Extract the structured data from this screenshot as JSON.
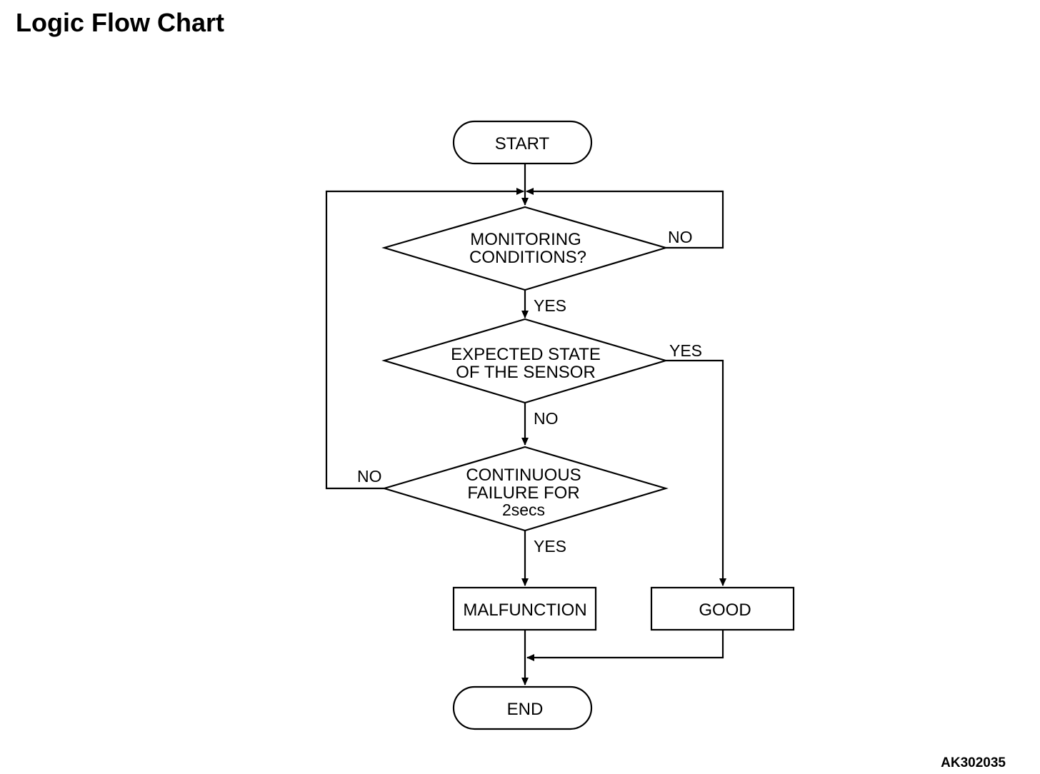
{
  "title": "Logic Flow Chart",
  "figure_id": "AK302035",
  "flowchart": {
    "nodes": {
      "start": "START",
      "monitoring_line1": "MONITORING",
      "monitoring_line2": "CONDITIONS?",
      "expected_line1": "EXPECTED STATE",
      "expected_line2": "OF THE SENSOR",
      "continuous_line1": "CONTINUOUS",
      "continuous_line2": "FAILURE FOR",
      "continuous_line3": "2secs",
      "malfunction": "MALFUNCTION",
      "good": "GOOD",
      "end": "END"
    },
    "edges": {
      "monitoring_no": "NO",
      "monitoring_yes": "YES",
      "expected_yes": "YES",
      "expected_no": "NO",
      "continuous_no": "NO",
      "continuous_yes": "YES"
    }
  }
}
